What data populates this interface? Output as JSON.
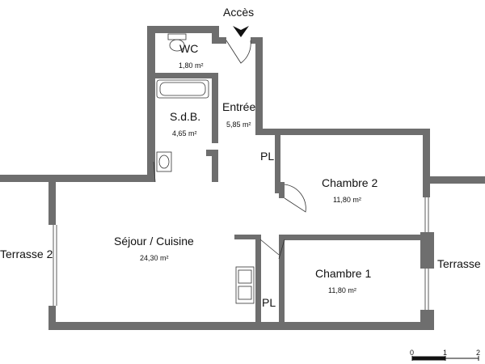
{
  "access": {
    "label": "Accès"
  },
  "rooms": {
    "wc": {
      "name": "WC",
      "area": "1,80 m²"
    },
    "sdb": {
      "name": "S.d.B.",
      "area": "4,65 m²"
    },
    "entree": {
      "name": "Entrée",
      "area": "5,85 m²"
    },
    "chambre2": {
      "name": "Chambre 2",
      "area": "11,80 m²"
    },
    "chambre1": {
      "name": "Chambre 1",
      "area": "11,80 m²"
    },
    "sejour": {
      "name": "Séjour / Cuisine",
      "area": "24,30 m²"
    },
    "terrasse_left": {
      "name": "Terrasse 2"
    },
    "terrasse_right": {
      "name": "Terrasse"
    },
    "pl_top": {
      "name": "PL"
    },
    "pl_bottom": {
      "name": "PL"
    }
  },
  "scale": {
    "ticks": [
      "0",
      "1",
      "2"
    ]
  },
  "colors": {
    "wall": "#6e6e6e",
    "line": "#333333"
  }
}
